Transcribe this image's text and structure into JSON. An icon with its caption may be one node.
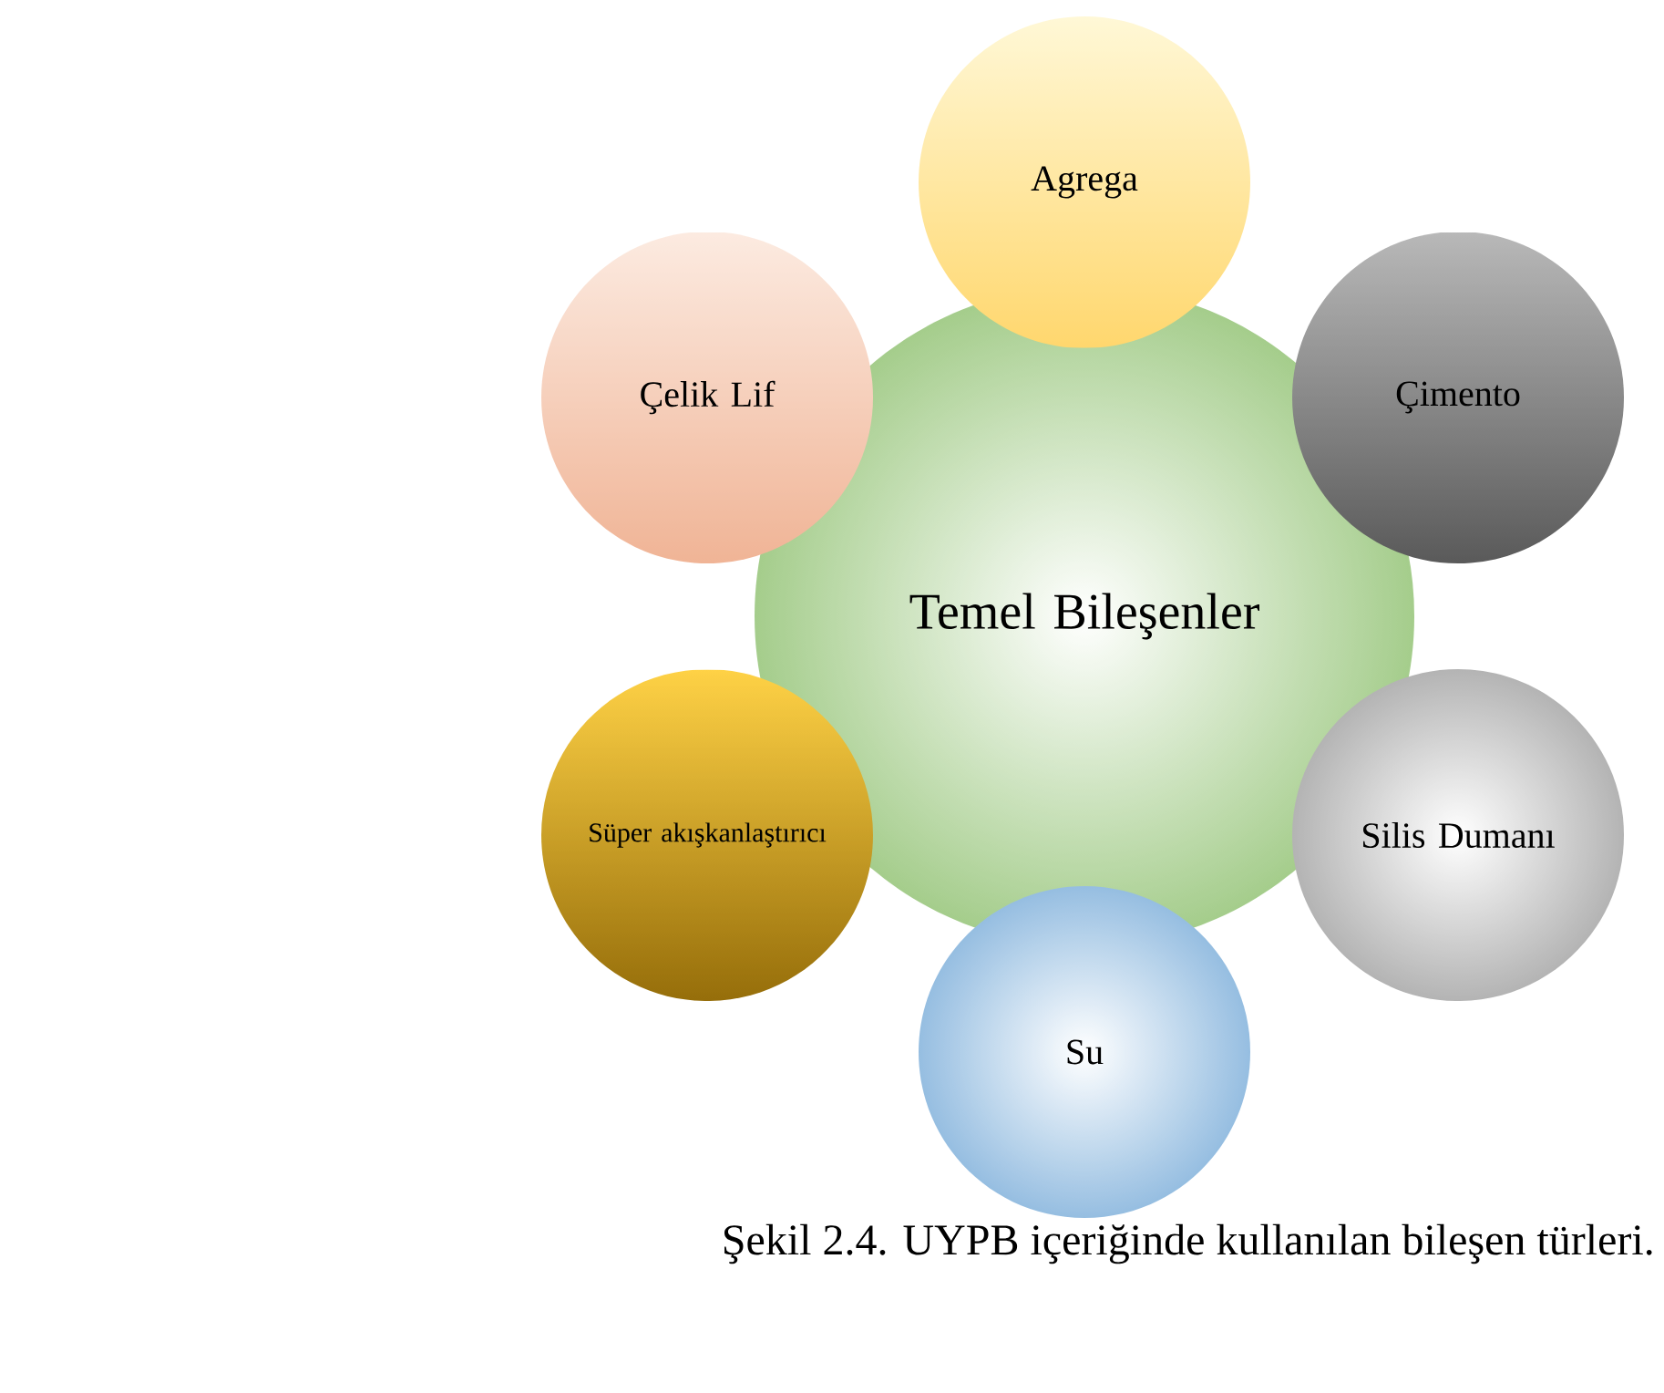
{
  "diagram": {
    "caption": "Şekil 2.4. UYPB içeriğinde kullanılan bileşen türleri.",
    "nodes": [
      {
        "text": [
          "Temel Bileşenler"
        ]
      },
      {
        "text": [
          "Agrega"
        ]
      },
      {
        "text": [
          "Çimento"
        ]
      },
      {
        "text": [
          "Silis Dumanı"
        ]
      },
      {
        "text": [
          "Su"
        ]
      },
      {
        "text": [
          "Süper akışkanlaştırıcı"
        ]
      },
      {
        "text": [
          "Çelik Lif"
        ]
      }
    ]
  }
}
